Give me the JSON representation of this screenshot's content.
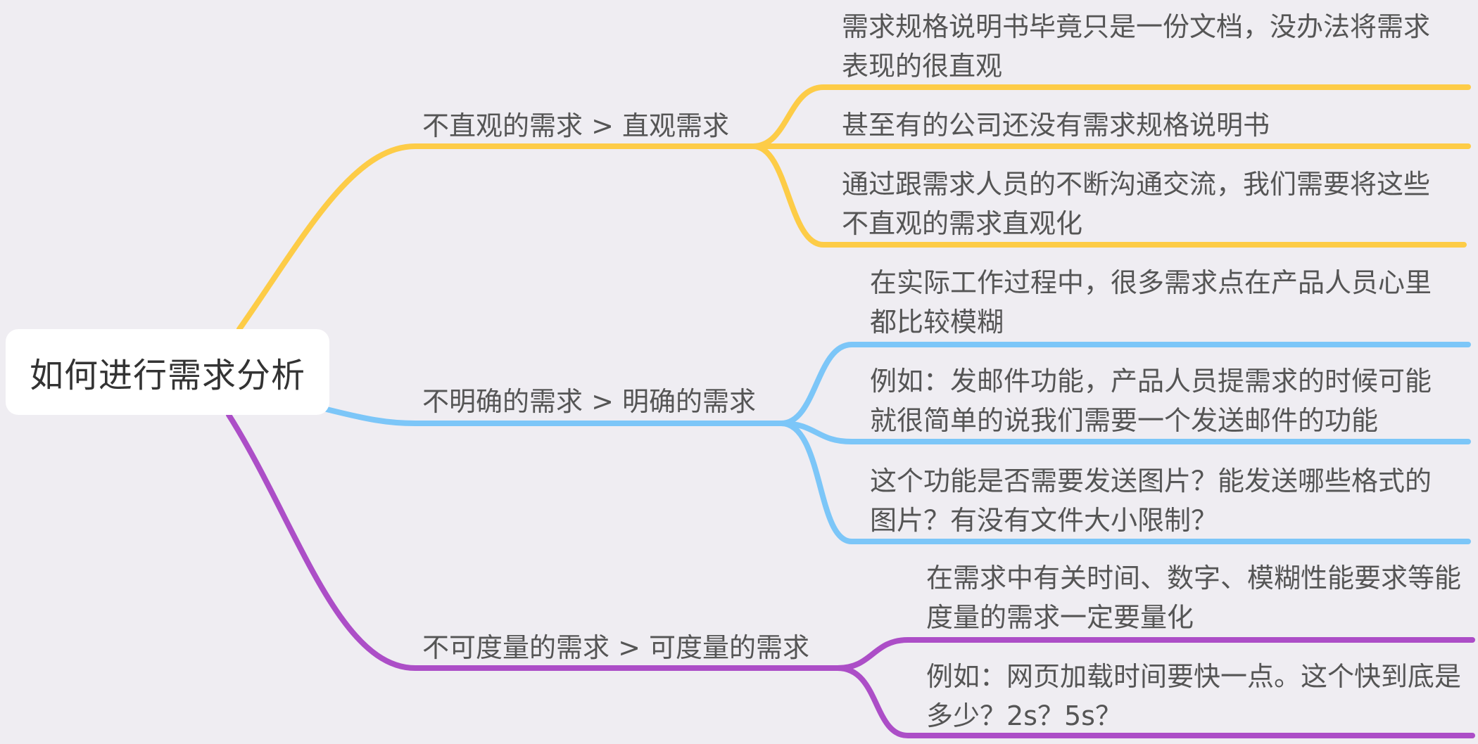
{
  "root": {
    "label": "如何进行需求分析"
  },
  "colors": {
    "background": "#efedf2",
    "branch_1": "#fdcc47",
    "branch_2": "#7cc6f8",
    "branch_3": "#ac4ec7"
  },
  "branches": [
    {
      "label": "不直观的需求 > 直观需求",
      "children": [
        "需求规格说明书毕竟只是一份文档，没办法将需求表现的很直观",
        "甚至有的公司还没有需求规格说明书",
        "通过跟需求人员的不断沟通交流，我们需要将这些不直观的需求直观化"
      ]
    },
    {
      "label": "不明确的需求 > 明确的需求",
      "children": [
        "在实际工作过程中，很多需求点在产品人员心里都比较模糊",
        "例如：发邮件功能，产品人员提需求的时候可能就很简单的说我们需要一个发送邮件的功能",
        "这个功能是否需要发送图片？能发送哪些格式的图片？有没有文件大小限制？"
      ]
    },
    {
      "label": "不可度量的需求 > 可度量的需求",
      "children": [
        "在需求中有关时间、数字、模糊性能要求等能度量的需求一定要量化",
        "例如：网页加载时间要快一点。这个快到底是多少？2s？5s？"
      ]
    }
  ]
}
